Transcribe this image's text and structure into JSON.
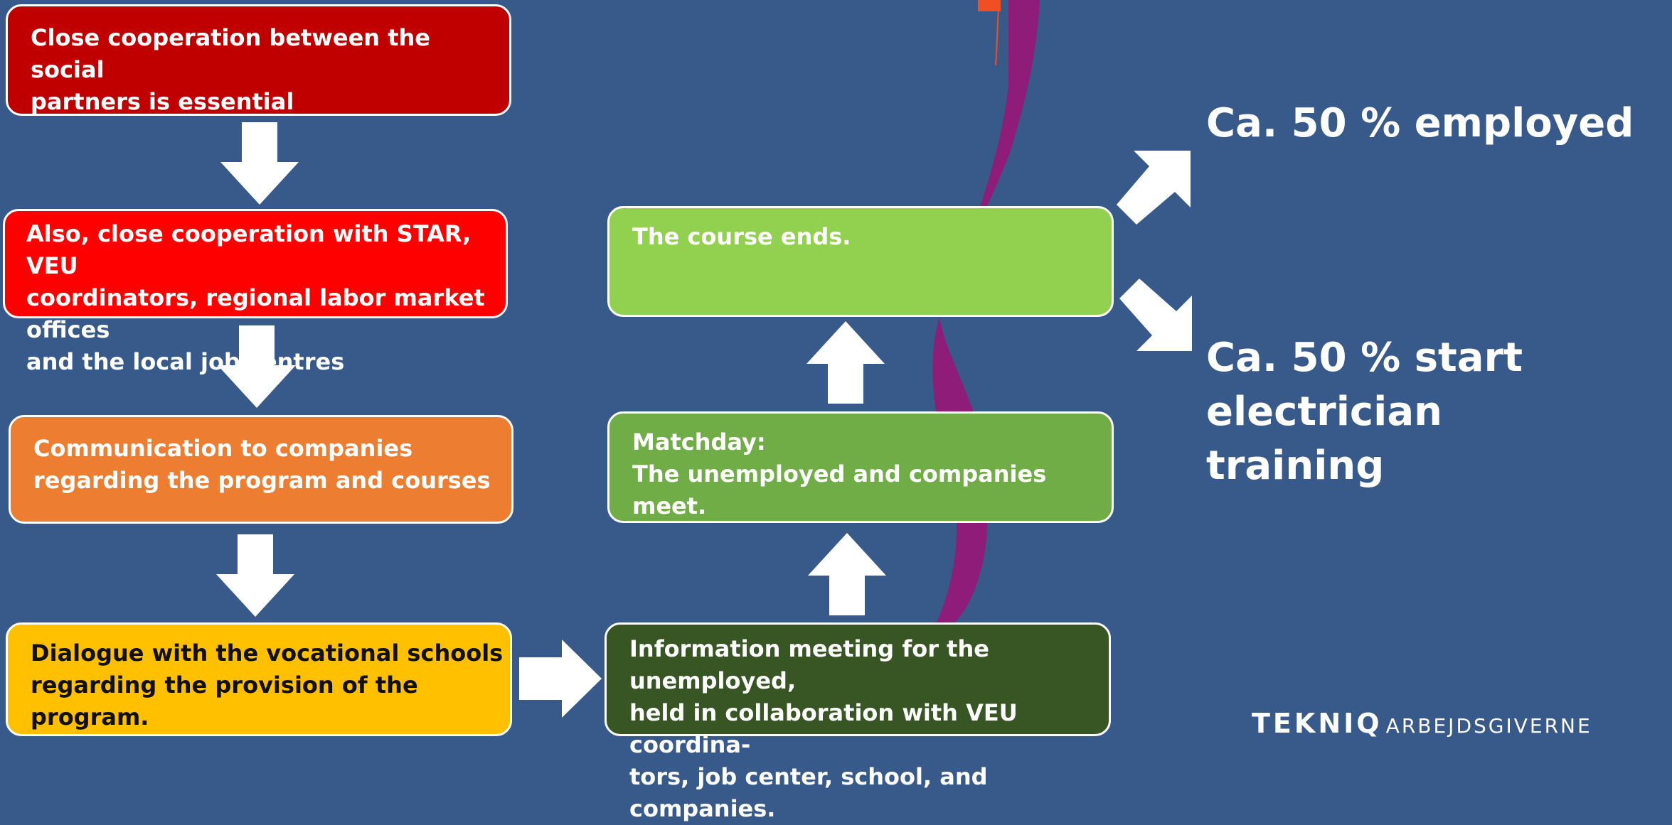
{
  "colors": {
    "background": "#375a8a",
    "step1": "#c00000",
    "step2": "#ff0000",
    "step3": "#ed7d31",
    "step4": "#ffc000",
    "step5": "#375623",
    "step6": "#70ad47",
    "step7": "#92d050",
    "ribbon": "#8e1c78",
    "ribbon_tip": "#f04e23",
    "arrow": "#ffffff"
  },
  "flow": {
    "step1": {
      "text": "Close cooperation between the social\npartners is essential"
    },
    "step2": {
      "text": "Also, close cooperation with STAR, VEU\ncoordinators, regional labor market offices\nand the local job centres"
    },
    "step3": {
      "text": "Communication to companies\nregarding the program and courses"
    },
    "step4": {
      "text": "Dialogue with the vocational schools\nregarding the provision of the program."
    },
    "step5": {
      "text": "Information meeting for the unemployed,\nheld in collaboration with VEU coordina-\ntors, job center, school, and companies."
    },
    "step6": {
      "text": "Matchday:\nThe unemployed and companies meet."
    },
    "step7": {
      "text": "The course ends."
    }
  },
  "outcomes": {
    "employed": "Ca. 50 % employed",
    "training": "Ca. 50 % start electrician\ntraining"
  },
  "logo": {
    "main": "TEKNIQ",
    "sub": "ARBEJDSGIVERNE"
  },
  "icons": {
    "arrow_down": "arrow-down-icon",
    "arrow_up": "arrow-up-icon",
    "arrow_right": "arrow-right-icon",
    "arrow_diagonal_up": "arrow-up-right-icon",
    "arrow_diagonal_down": "arrow-down-right-icon"
  }
}
